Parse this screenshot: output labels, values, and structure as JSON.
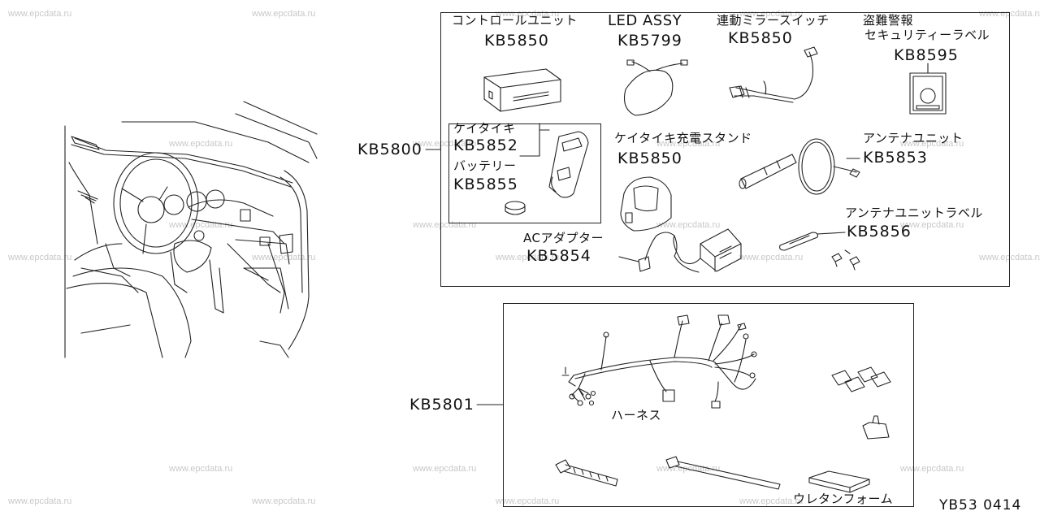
{
  "watermarks": [
    "www.epcdata.ru"
  ],
  "diagram_code": "YB53 0414",
  "kits": {
    "main_kit": {
      "code": "KB5800"
    },
    "harness_kit": {
      "code": "KB5801"
    }
  },
  "parts": [
    {
      "name": "コントロールユニット",
      "code": "KB5850"
    },
    {
      "name": "LED ASSY",
      "code": "KB5799"
    },
    {
      "name": "連動ミラースイッチ",
      "code": "KB5850"
    },
    {
      "name": "盗難警報",
      "name2": "セキュリティーラベル",
      "code": "KB8595"
    },
    {
      "name": "ケイタイキ",
      "code": "KB5852"
    },
    {
      "name": "バッテリー",
      "code": "KB5855"
    },
    {
      "name": "ケイタイキ充電スタンド",
      "code": "KB5850"
    },
    {
      "name": "アンテナユニット",
      "code": "KB5853"
    },
    {
      "name": "アンテナユニットラベル",
      "code": "KB5856"
    },
    {
      "name": "ACアダプター",
      "code": "KB5854"
    },
    {
      "name": "ハーネス"
    },
    {
      "name": "ウレタンフォーム"
    }
  ]
}
